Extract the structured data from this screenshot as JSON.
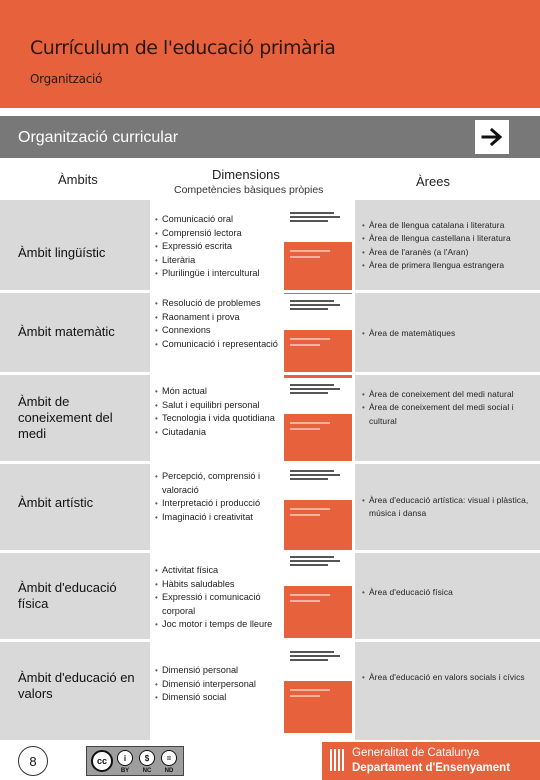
{
  "header": {
    "title": "Currículum de l'educació primària",
    "subtitle": "Organització"
  },
  "section": {
    "title": "Organització curricular",
    "next_icon": "arrow-right-icon"
  },
  "columns": {
    "ambits": "Àmbits",
    "dimensions": "Dimensions",
    "dimensions_sub": "Competències bàsiques pròpies",
    "arees": "Àrees"
  },
  "rows": [
    {
      "ambit": "Àmbit lingüístic",
      "dimensions": [
        "Comunicació oral",
        "Comprensió lectora",
        "Expressió escrita",
        "Literària",
        "Plurilingüe i intercultural"
      ],
      "areas": [
        "Àrea de llengua catalana i literatura",
        "Àrea de llengua castellana i literatura",
        "Àrea de l'aranès (a l'Aran)",
        "Àrea de primera llengua estrangera"
      ],
      "thumb_title": "Competències bàsiques de l'àmbit lingüístic"
    },
    {
      "ambit": "Àmbit matemàtic",
      "dimensions": [
        "Resolució de problemes",
        "Raonament i prova",
        "Connexions",
        "Comunicació i representació"
      ],
      "areas": [
        "Àrea de matemàtiques"
      ],
      "thumb_title": "Competències bàsiques de l'àmbit matemàtic"
    },
    {
      "ambit": "Àmbit de coneixement del medi",
      "dimensions": [
        "Món actual",
        "Salut i equilibri personal",
        "Tecnologia i vida quotidiana",
        "Ciutadania"
      ],
      "areas": [
        "Àrea de coneixement del medi natural",
        "Àrea de coneixement del medi social i cultural"
      ],
      "thumb_title": "Competències bàsiques de l'àmbit de coneixement del medi"
    },
    {
      "ambit": "Àmbit artístic",
      "dimensions": [
        "Percepció, comprensió i valoració",
        "Interpretació i producció",
        "Imaginació i creativitat"
      ],
      "areas": [
        "Àrea d'educació artística: visual i plàstica, música i dansa"
      ],
      "thumb_title": "Competències bàsiques de l'àmbit artístic"
    },
    {
      "ambit": "Àmbit d'educació física",
      "dimensions": [
        "Activitat física",
        "Hàbits saludables",
        "Expressió i comunicació corporal",
        "Joc motor i temps de lleure"
      ],
      "areas": [
        "Àrea d'educació física"
      ],
      "thumb_title": "Competències bàsiques de l'àmbit d'educació física"
    },
    {
      "ambit": "Àmbit d'educació en valors",
      "dimensions": [
        "Dimensió personal",
        "Dimensió interpersonal",
        "Dimensió social"
      ],
      "areas": [
        "Àrea d'educació en valors socials i cívics"
      ],
      "thumb_title": "Competències bàsiques de l'àmbit d'educació en valors"
    }
  ],
  "footer": {
    "page": "8",
    "license_icon": "creative-commons-by-nc-nd-icon",
    "license_labels": [
      "BY",
      "NC",
      "ND"
    ],
    "org_line1": "Generalitat de Catalunya",
    "org_line2": "Departament d'Ensenyament"
  },
  "colors": {
    "accent": "#e8613d",
    "section_bar": "#787878",
    "column_bg": "#d9d9d9"
  }
}
